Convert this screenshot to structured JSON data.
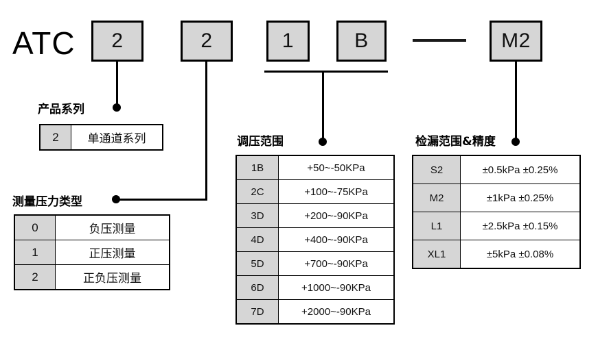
{
  "brand": "ATC",
  "code_boxes": [
    {
      "name": "series-code",
      "value": "2"
    },
    {
      "name": "pressure-type-code",
      "value": "2"
    },
    {
      "name": "range-code-digit",
      "value": "1"
    },
    {
      "name": "range-code-letter",
      "value": "B"
    },
    {
      "name": "leak-code",
      "value": "M2"
    }
  ],
  "separator_dash": "—",
  "sections": {
    "series": {
      "caption": "产品系列",
      "rows": [
        {
          "code": "2",
          "desc": "单通道系列"
        }
      ]
    },
    "pressure_type": {
      "caption": "测量压力类型",
      "rows": [
        {
          "code": "0",
          "desc": "负压测量"
        },
        {
          "code": "1",
          "desc": "正压测量"
        },
        {
          "code": "2",
          "desc": "正负压测量"
        }
      ]
    },
    "pressure_range": {
      "caption": "调压范围",
      "rows": [
        {
          "code": "1B",
          "desc": "+50~-50KPa"
        },
        {
          "code": "2C",
          "desc": "+100~-75KPa"
        },
        {
          "code": "3D",
          "desc": "+200~-90KPa"
        },
        {
          "code": "4D",
          "desc": "+400~-90KPa"
        },
        {
          "code": "5D",
          "desc": "+700~-90KPa"
        },
        {
          "code": "6D",
          "desc": "+1000~-90KPa"
        },
        {
          "code": "7D",
          "desc": "+2000~-90KPa"
        }
      ]
    },
    "leak_range": {
      "caption": "检漏范围&精度",
      "rows": [
        {
          "code": "S2",
          "desc": "±0.5kPa ±0.25%"
        },
        {
          "code": "M2",
          "desc": "±1kPa ±0.25%"
        },
        {
          "code": "L1",
          "desc": "±2.5kPa ±0.15%"
        },
        {
          "code": "XL1",
          "desc": "±5kPa ±0.08%"
        }
      ]
    }
  },
  "colors": {
    "box_fill": "#d6d6d6",
    "code_cell_fill": "#d6d6d6",
    "line": "#000000",
    "background": "#ffffff"
  }
}
